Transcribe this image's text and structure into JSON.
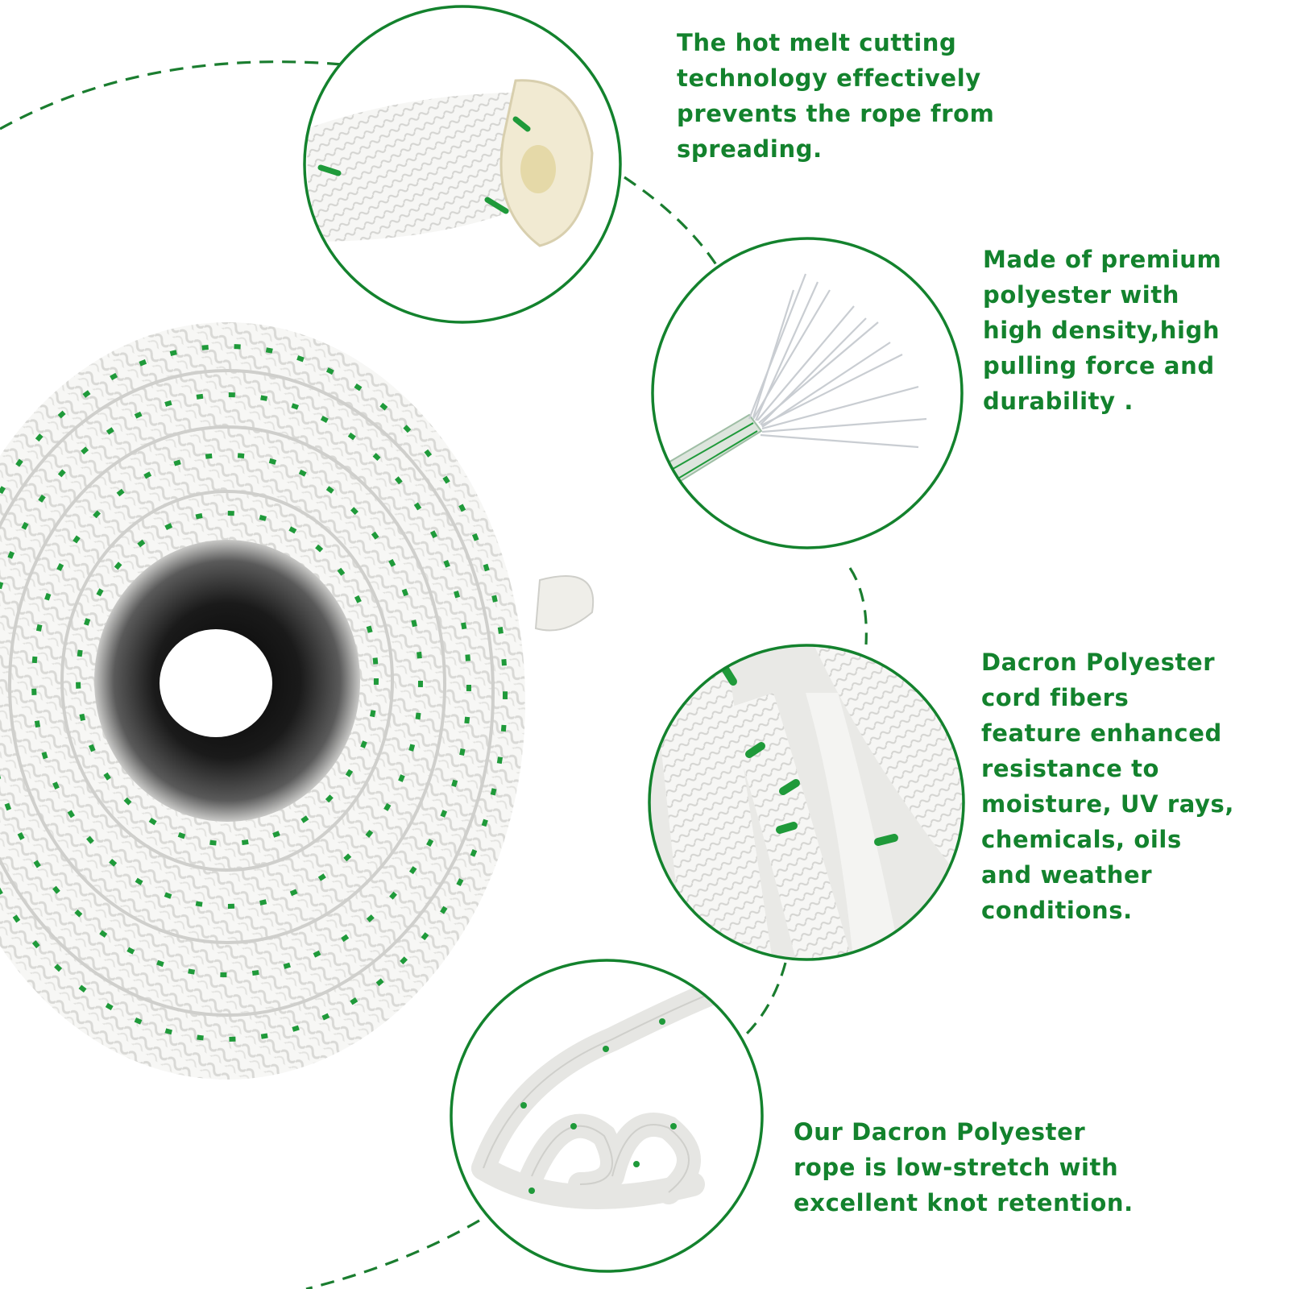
{
  "accent_color": "#13822d",
  "stitch_color": "#1f9a3a",
  "features": [
    {
      "id": "hot-melt",
      "text": "The hot melt cutting\ntechnology effectively\nprevents the rope from\nspreading."
    },
    {
      "id": "premium-polyester",
      "text": "Made of premium\npolyester with\nhigh density,high\npulling force and\ndurability ."
    },
    {
      "id": "resistance",
      "text": "Dacron Polyester\ncord fibers\nfeature enhanced\nresistance to\nmoisture, UV rays,\nchemicals, oils\nand weather\nconditions."
    },
    {
      "id": "low-stretch",
      "text": "Our Dacron Polyester\nrope is low-stretch with\nexcellent knot retention."
    }
  ]
}
